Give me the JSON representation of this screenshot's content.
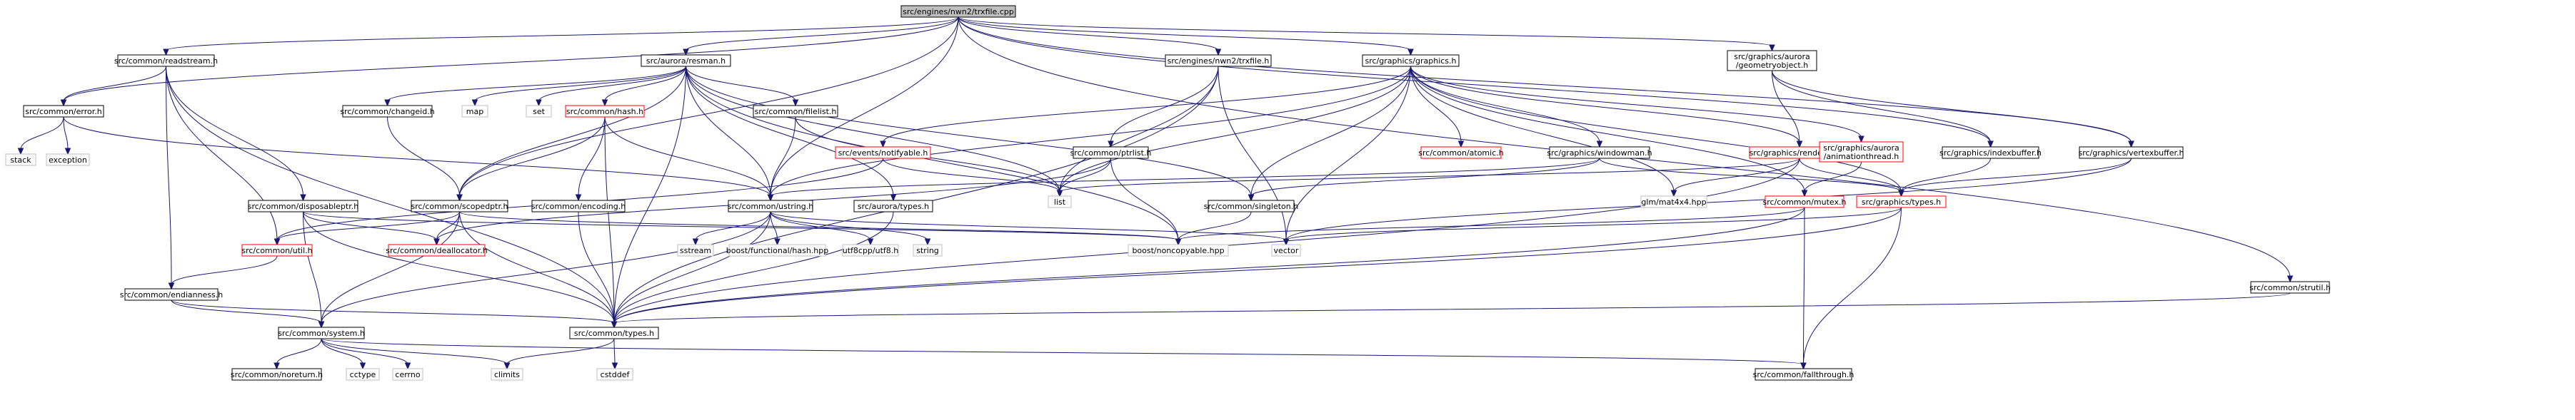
{
  "colors": {
    "edge": "#191970",
    "text": "#000000",
    "border_default": "#000000",
    "border_truncated": "#ff0000",
    "border_external": "#bfbfbf",
    "fill_default": "#ffffff",
    "fill_root": "#bfbfbf",
    "text_external": "#000000"
  },
  "graph": {
    "nodes": [
      {
        "id": "root",
        "lines": [
          "src/engines/nwn2/trxfile.cpp"
        ],
        "kind": "root"
      },
      {
        "id": "readstream",
        "lines": [
          "src/common/readstream.h"
        ],
        "kind": "normal"
      },
      {
        "id": "resman",
        "lines": [
          "src/aurora/resman.h"
        ],
        "kind": "normal"
      },
      {
        "id": "nwn2trxh",
        "lines": [
          "src/engines/nwn2/trxfile.h"
        ],
        "kind": "normal"
      },
      {
        "id": "graphicsh",
        "lines": [
          "src/graphics/graphics.h"
        ],
        "kind": "normal"
      },
      {
        "id": "geomobj",
        "lines": [
          "src/graphics/aurora",
          "/geometryobject.h"
        ],
        "kind": "normal"
      },
      {
        "id": "error",
        "lines": [
          "src/common/error.h"
        ],
        "kind": "normal"
      },
      {
        "id": "stack",
        "lines": [
          "stack"
        ],
        "kind": "external"
      },
      {
        "id": "exception",
        "lines": [
          "exception"
        ],
        "kind": "external"
      },
      {
        "id": "changeid",
        "lines": [
          "src/common/changeid.h"
        ],
        "kind": "normal"
      },
      {
        "id": "map",
        "lines": [
          "map"
        ],
        "kind": "external"
      },
      {
        "id": "set",
        "lines": [
          "set"
        ],
        "kind": "external"
      },
      {
        "id": "hash",
        "lines": [
          "src/common/hash.h"
        ],
        "kind": "truncated"
      },
      {
        "id": "filelist",
        "lines": [
          "src/common/filelist.h"
        ],
        "kind": "normal"
      },
      {
        "id": "notifyable",
        "lines": [
          "src/events/notifyable.h"
        ],
        "kind": "truncated"
      },
      {
        "id": "ptrlist",
        "lines": [
          "src/common/ptrlist.h"
        ],
        "kind": "normal"
      },
      {
        "id": "atomic",
        "lines": [
          "src/common/atomic.h"
        ],
        "kind": "truncated"
      },
      {
        "id": "windowman",
        "lines": [
          "src/graphics/windowman.h"
        ],
        "kind": "normal"
      },
      {
        "id": "renderable",
        "lines": [
          "src/graphics/renderable.h"
        ],
        "kind": "truncated"
      },
      {
        "id": "animthread",
        "lines": [
          "src/graphics/aurora",
          "/animationthread.h"
        ],
        "kind": "truncated"
      },
      {
        "id": "indexbuffer",
        "lines": [
          "src/graphics/indexbuffer.h"
        ],
        "kind": "normal"
      },
      {
        "id": "vertexbuffer",
        "lines": [
          "src/graphics/vertexbuffer.h"
        ],
        "kind": "normal"
      },
      {
        "id": "list",
        "lines": [
          "list"
        ],
        "kind": "external"
      },
      {
        "id": "glm",
        "lines": [
          "glm/mat4x4.hpp"
        ],
        "kind": "external"
      },
      {
        "id": "mutex",
        "lines": [
          "src/common/mutex.h"
        ],
        "kind": "truncated"
      },
      {
        "id": "gtypes",
        "lines": [
          "src/graphics/types.h"
        ],
        "kind": "truncated"
      },
      {
        "id": "disposable",
        "lines": [
          "src/common/disposableptr.h"
        ],
        "kind": "normal"
      },
      {
        "id": "scopedptr",
        "lines": [
          "src/common/scopedptr.h"
        ],
        "kind": "normal"
      },
      {
        "id": "encoding",
        "lines": [
          "src/common/encoding.h"
        ],
        "kind": "normal"
      },
      {
        "id": "ustring",
        "lines": [
          "src/common/ustring.h"
        ],
        "kind": "normal"
      },
      {
        "id": "auroratypes",
        "lines": [
          "src/aurora/types.h"
        ],
        "kind": "normal"
      },
      {
        "id": "singleton",
        "lines": [
          "src/common/singleton.h"
        ],
        "kind": "normal"
      },
      {
        "id": "util",
        "lines": [
          "src/common/util.h"
        ],
        "kind": "truncated"
      },
      {
        "id": "deallocator",
        "lines": [
          "src/common/deallocator.h"
        ],
        "kind": "truncated"
      },
      {
        "id": "sstream",
        "lines": [
          "sstream"
        ],
        "kind": "external"
      },
      {
        "id": "boosthash",
        "lines": [
          "boost/functional/hash.hpp"
        ],
        "kind": "external"
      },
      {
        "id": "utf8",
        "lines": [
          "utf8cpp/utf8.h"
        ],
        "kind": "external"
      },
      {
        "id": "string",
        "lines": [
          "string"
        ],
        "kind": "external"
      },
      {
        "id": "noncopyable",
        "lines": [
          "boost/noncopyable.hpp"
        ],
        "kind": "external"
      },
      {
        "id": "vector",
        "lines": [
          "vector"
        ],
        "kind": "external"
      },
      {
        "id": "strutil",
        "lines": [
          "src/common/strutil.h"
        ],
        "kind": "normal"
      },
      {
        "id": "endianness",
        "lines": [
          "src/common/endianness.h"
        ],
        "kind": "normal"
      },
      {
        "id": "system",
        "lines": [
          "src/common/system.h"
        ],
        "kind": "normal"
      },
      {
        "id": "ctypes",
        "lines": [
          "src/common/types.h"
        ],
        "kind": "normal"
      },
      {
        "id": "noreturn",
        "lines": [
          "src/common/noreturn.h"
        ],
        "kind": "normal"
      },
      {
        "id": "cctype",
        "lines": [
          "cctype"
        ],
        "kind": "external"
      },
      {
        "id": "cerrno",
        "lines": [
          "cerrno"
        ],
        "kind": "external"
      },
      {
        "id": "climits",
        "lines": [
          "climits"
        ],
        "kind": "external"
      },
      {
        "id": "cstddef",
        "lines": [
          "cstddef"
        ],
        "kind": "external"
      },
      {
        "id": "fallthrough",
        "lines": [
          "src/common/fallthrough.h"
        ],
        "kind": "normal"
      }
    ],
    "edges": [
      [
        "root",
        "readstream"
      ],
      [
        "root",
        "resman"
      ],
      [
        "root",
        "nwn2trxh"
      ],
      [
        "root",
        "graphicsh"
      ],
      [
        "root",
        "geomobj"
      ],
      [
        "root",
        "error"
      ],
      [
        "root",
        "scopedptr"
      ],
      [
        "root",
        "ustring"
      ],
      [
        "root",
        "indexbuffer"
      ],
      [
        "root",
        "vertexbuffer"
      ],
      [
        "root",
        "strutil"
      ],
      [
        "readstream",
        "error"
      ],
      [
        "readstream",
        "disposable"
      ],
      [
        "readstream",
        "util"
      ],
      [
        "readstream",
        "endianness"
      ],
      [
        "readstream",
        "ctypes"
      ],
      [
        "error",
        "stack"
      ],
      [
        "error",
        "exception"
      ],
      [
        "error",
        "ustring"
      ],
      [
        "resman",
        "changeid"
      ],
      [
        "resman",
        "map"
      ],
      [
        "resman",
        "set"
      ],
      [
        "resman",
        "hash"
      ],
      [
        "resman",
        "filelist"
      ],
      [
        "resman",
        "list"
      ],
      [
        "resman",
        "scopedptr"
      ],
      [
        "resman",
        "ustring"
      ],
      [
        "resman",
        "auroratypes"
      ],
      [
        "resman",
        "singleton"
      ],
      [
        "resman",
        "noncopyable"
      ],
      [
        "resman",
        "ctypes"
      ],
      [
        "nwn2trxh",
        "ptrlist"
      ],
      [
        "nwn2trxh",
        "list"
      ],
      [
        "nwn2trxh",
        "vector"
      ],
      [
        "nwn2trxh",
        "ctypes"
      ],
      [
        "graphicsh",
        "notifyable"
      ],
      [
        "graphicsh",
        "atomic"
      ],
      [
        "graphicsh",
        "windowman"
      ],
      [
        "graphicsh",
        "renderable"
      ],
      [
        "graphicsh",
        "animthread"
      ],
      [
        "graphicsh",
        "list"
      ],
      [
        "graphicsh",
        "glm"
      ],
      [
        "graphicsh",
        "mutex"
      ],
      [
        "graphicsh",
        "gtypes"
      ],
      [
        "graphicsh",
        "ustring"
      ],
      [
        "graphicsh",
        "singleton"
      ],
      [
        "graphicsh",
        "vector"
      ],
      [
        "geomobj",
        "indexbuffer"
      ],
      [
        "geomobj",
        "vertexbuffer"
      ],
      [
        "geomobj",
        "renderable"
      ],
      [
        "changeid",
        "scopedptr"
      ],
      [
        "hash",
        "scopedptr"
      ],
      [
        "hash",
        "encoding"
      ],
      [
        "hash",
        "ustring"
      ],
      [
        "hash",
        "ctypes"
      ],
      [
        "filelist",
        "list"
      ],
      [
        "filelist",
        "ustring"
      ],
      [
        "notifyable",
        "list"
      ],
      [
        "notifyable",
        "util"
      ],
      [
        "ptrlist",
        "list"
      ],
      [
        "ptrlist",
        "noncopyable"
      ],
      [
        "ptrlist",
        "deallocator"
      ],
      [
        "windowman",
        "singleton"
      ],
      [
        "windowman",
        "gtypes"
      ],
      [
        "windowman",
        "ustring"
      ],
      [
        "renderable",
        "list"
      ],
      [
        "renderable",
        "glm"
      ],
      [
        "renderable",
        "gtypes"
      ],
      [
        "renderable",
        "ctypes"
      ],
      [
        "animthread",
        "mutex"
      ],
      [
        "indexbuffer",
        "gtypes"
      ],
      [
        "vertexbuffer",
        "gtypes"
      ],
      [
        "vertexbuffer",
        "vector"
      ],
      [
        "mutex",
        "noncopyable"
      ],
      [
        "mutex",
        "ctypes"
      ],
      [
        "mutex",
        "fallthrough"
      ],
      [
        "gtypes",
        "vector"
      ],
      [
        "gtypes",
        "ctypes"
      ],
      [
        "gtypes",
        "fallthrough"
      ],
      [
        "disposable",
        "noncopyable"
      ],
      [
        "disposable",
        "deallocator"
      ],
      [
        "disposable",
        "system"
      ],
      [
        "disposable",
        "ctypes"
      ],
      [
        "scopedptr",
        "noncopyable"
      ],
      [
        "scopedptr",
        "deallocator"
      ],
      [
        "scopedptr",
        "system"
      ],
      [
        "scopedptr",
        "ctypes"
      ],
      [
        "scopedptr",
        "util"
      ],
      [
        "encoding",
        "ctypes"
      ],
      [
        "ustring",
        "sstream"
      ],
      [
        "ustring",
        "boosthash"
      ],
      [
        "ustring",
        "utf8"
      ],
      [
        "ustring",
        "string"
      ],
      [
        "ustring",
        "vector"
      ],
      [
        "ustring",
        "system"
      ],
      [
        "ustring",
        "ctypes"
      ],
      [
        "auroratypes",
        "ctypes"
      ],
      [
        "singleton",
        "noncopyable"
      ],
      [
        "util",
        "endianness"
      ],
      [
        "endianness",
        "system"
      ],
      [
        "endianness",
        "ctypes"
      ],
      [
        "system",
        "noreturn"
      ],
      [
        "system",
        "cctype"
      ],
      [
        "system",
        "cerrno"
      ],
      [
        "system",
        "climits"
      ],
      [
        "system",
        "fallthrough"
      ],
      [
        "ctypes",
        "climits"
      ],
      [
        "ctypes",
        "cstddef"
      ],
      [
        "strutil",
        "ctypes"
      ]
    ]
  }
}
